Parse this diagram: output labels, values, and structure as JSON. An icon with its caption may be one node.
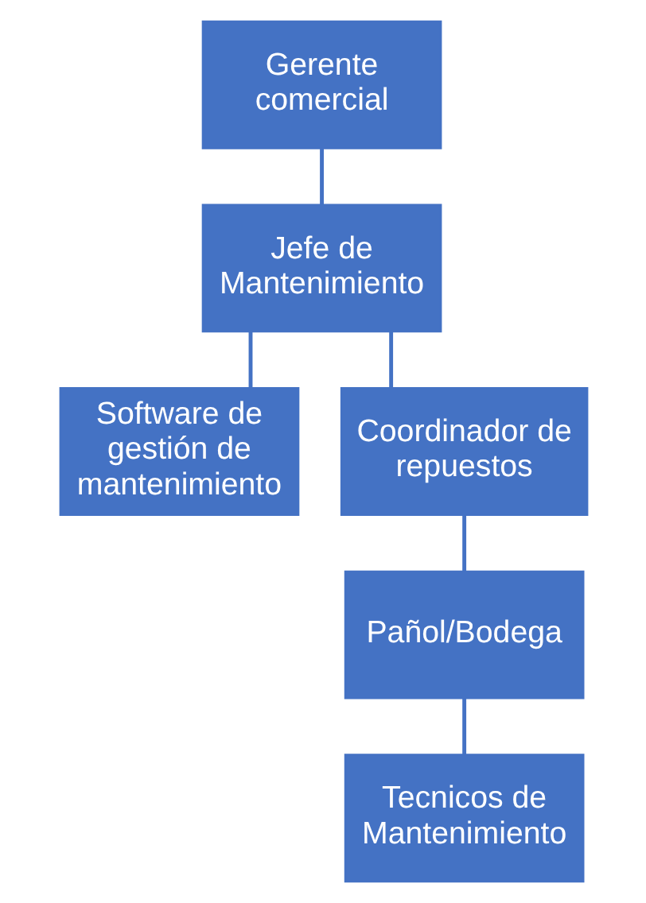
{
  "diagram": {
    "nodes": [
      {
        "text": [
          "Gerente comercial"
        ]
      },
      {
        "text": [
          "Jefe de Mantenimiento"
        ]
      },
      {
        "text": [
          "Software de gestión de mantenimiento"
        ]
      },
      {
        "text": [
          "Coordinador de repuestos"
        ]
      },
      {
        "text": [
          "Pañol/Bodega"
        ]
      },
      {
        "text": [
          "Tecnicos de Mantenimiento"
        ]
      }
    ],
    "edges": [
      {
        "from": 0,
        "to": 1,
        "arrow": "none"
      },
      {
        "from": 1,
        "to": 2,
        "arrow": "none"
      },
      {
        "from": 1,
        "to": 3,
        "arrow": "none"
      },
      {
        "from": 3,
        "to": 4,
        "arrow": "none"
      },
      {
        "from": 4,
        "to": 5,
        "arrow": "none"
      }
    ]
  }
}
